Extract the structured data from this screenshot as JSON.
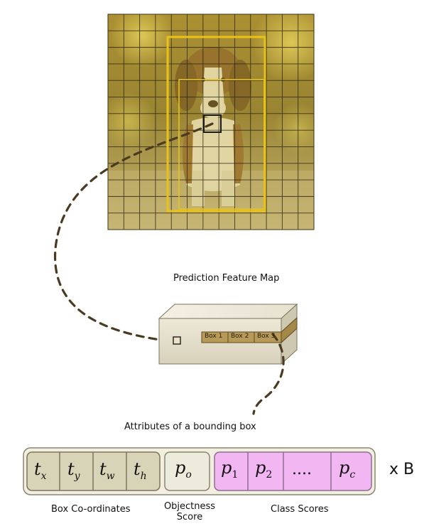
{
  "labels": {
    "prediction_feature_map": "Prediction Feature Map",
    "attributes_of_bounding_box": "Attributes of a bounding box",
    "box_coordinates": "Box Co-ordinates",
    "objectness_score_line1": "Objectness",
    "objectness_score_line2": "Score",
    "class_scores": "Class Scores",
    "times_b": "x B"
  },
  "feature_map_boxes": [
    "Box 1",
    "Box 2",
    "Box 3"
  ],
  "attributes": {
    "box_coords": [
      {
        "base": "t",
        "sub": "x"
      },
      {
        "base": "t",
        "sub": "y"
      },
      {
        "base": "t",
        "sub": "w"
      },
      {
        "base": "t",
        "sub": "h"
      }
    ],
    "objectness": {
      "base": "p",
      "sub": "o"
    },
    "class_scores": [
      {
        "base": "p",
        "sub": "1"
      },
      {
        "base": "p",
        "sub": "2"
      },
      {
        "base": "....",
        "sub": ""
      },
      {
        "base": "p",
        "sub": "c"
      }
    ]
  },
  "colors": {
    "grid_tint": "#c8b040",
    "detection_box": "#e8c21a",
    "coord_fill": "#d8d4b8",
    "objectness_fill": "#ecebdc",
    "class_fill": "#f2b6f2",
    "outer_fill": "#f2efe0",
    "cell_stroke": "#6a6a58",
    "feature_strip": "#b89a58"
  },
  "icons": {
    "image": "beagle-dog-photo",
    "cell_marker": "square-cell-icon"
  }
}
